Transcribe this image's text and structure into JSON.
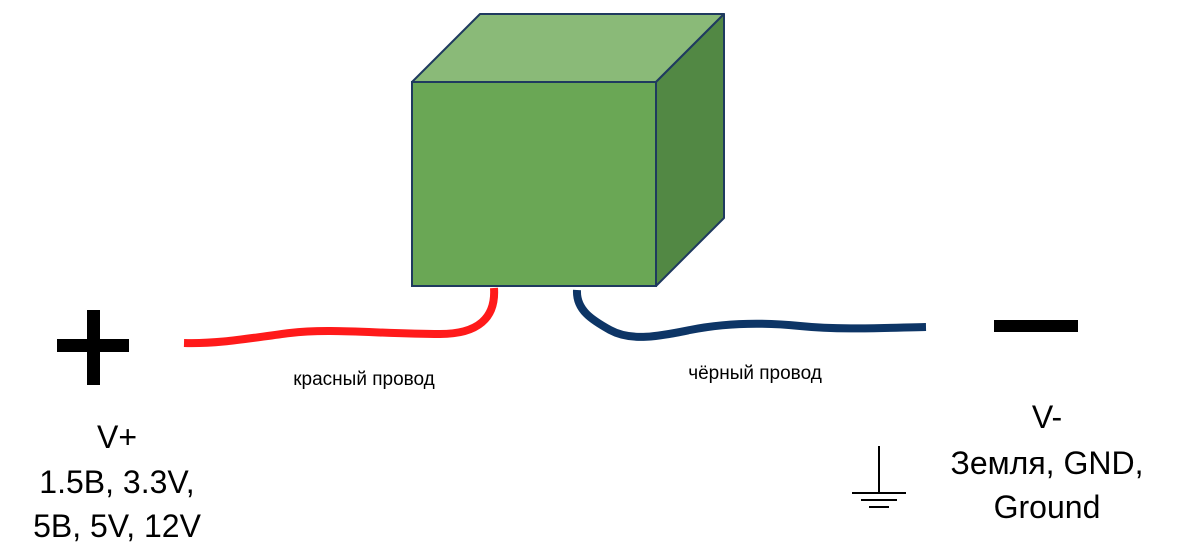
{
  "colors": {
    "box_front": "#6aa755",
    "box_top": "#8aba78",
    "box_side": "#528844",
    "box_edge": "#1f3a5f",
    "red_wire": "#ff1a1a",
    "black_wire": "#0d3566",
    "symbol": "#000000"
  },
  "wires": {
    "red_label": "красный провод",
    "black_label": "чёрный провод"
  },
  "positive": {
    "symbol_icon": "plus-icon",
    "line1": "V+",
    "line2": "1.5B, 3.3V,",
    "line3": "5B, 5V, 12V"
  },
  "negative": {
    "symbol_icon": "minus-icon",
    "ground_icon": "ground-icon",
    "line1": "V-",
    "line2": "Земля, GND,",
    "line3": "Ground"
  }
}
